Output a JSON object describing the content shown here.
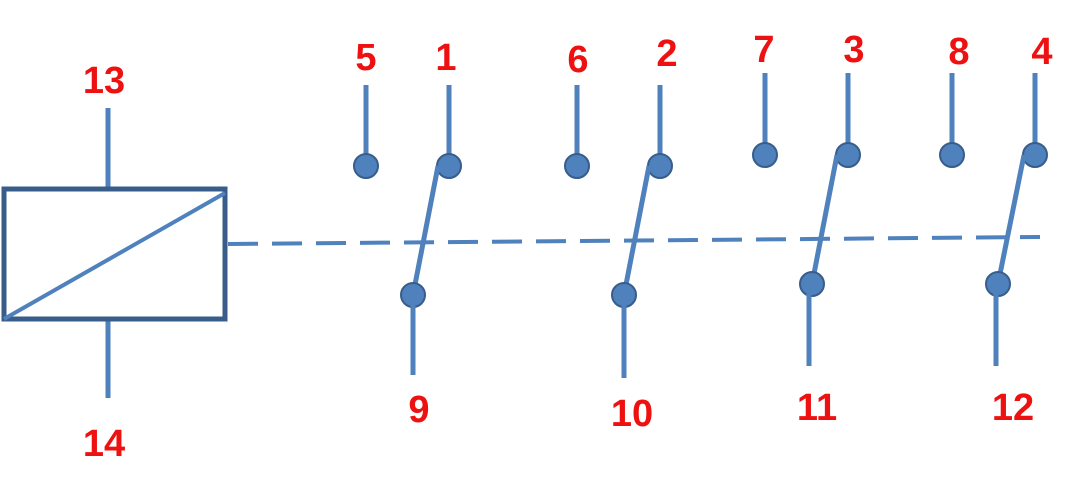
{
  "colors": {
    "wire": "#4f81bd",
    "coil_outline": "#385d8a",
    "terminal_fill": "#4f81bd",
    "terminal_stroke": "#385d8a",
    "label": "#ee1111",
    "background": "#ffffff"
  },
  "coil": {
    "top_pin": "13",
    "bottom_pin": "14"
  },
  "switch_groups": [
    {
      "nc_pin": "5",
      "no_pin": "1",
      "common_pin": "9"
    },
    {
      "nc_pin": "6",
      "no_pin": "2",
      "common_pin": "10"
    },
    {
      "nc_pin": "7",
      "no_pin": "3",
      "common_pin": "11"
    },
    {
      "nc_pin": "8",
      "no_pin": "4",
      "common_pin": "12"
    }
  ]
}
